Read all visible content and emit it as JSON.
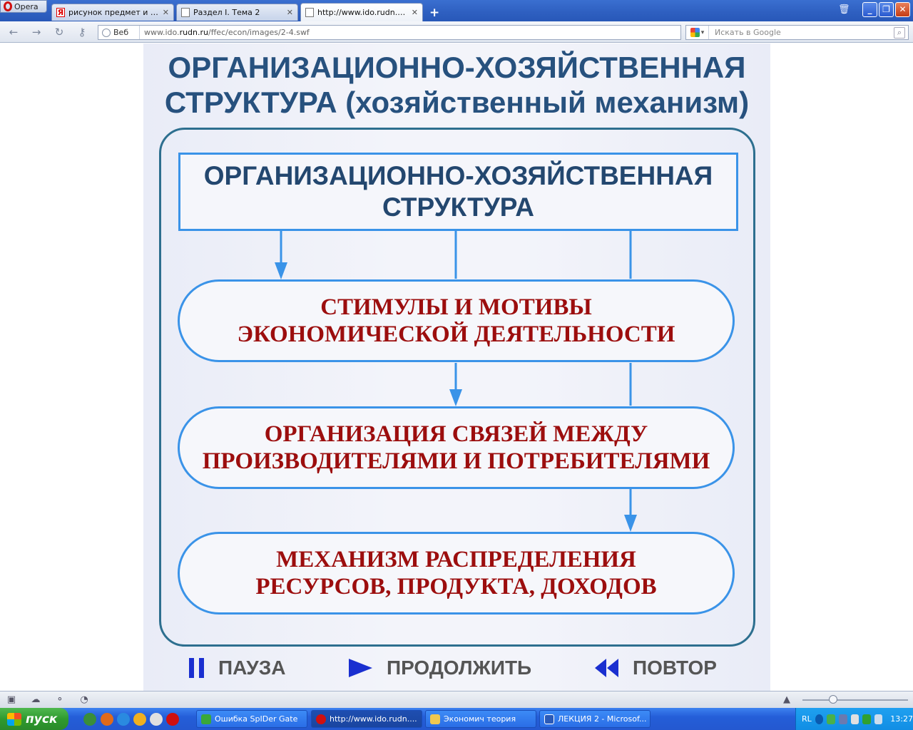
{
  "browser": {
    "menu_label": "Opera",
    "tabs": [
      {
        "label": "рисунок предмет и мет..."
      },
      {
        "label": "Раздел I. Тема 2"
      },
      {
        "label": "http://www.ido.rudn.ru/..."
      }
    ],
    "address": {
      "scheme_label": "Веб",
      "url_prefix": "www.ido.",
      "url_domain": "rudn.ru",
      "url_path": "/ffec/econ/images/2-4.swf"
    },
    "search": {
      "placeholder": "Искать в Google"
    }
  },
  "slide": {
    "title_line1": "ОРГАНИЗАЦИОННО-ХОЗЯЙСТВЕННАЯ",
    "title_line2": "СТРУКТУРА (хозяйственный механизм)",
    "top_box": {
      "line1": "ОРГАНИЗАЦИОННО-ХОЗЯЙСТВЕННАЯ",
      "line2": "СТРУКТУРА"
    },
    "boxes": [
      {
        "line1": "СТИМУЛЫ И МОТИВЫ",
        "line2": "ЭКОНОМИЧЕСКОЙ ДЕЯТЕЛЬНОСТИ"
      },
      {
        "line1": "ОРГАНИЗАЦИЯ СВЯЗЕЙ МЕЖДУ",
        "line2": "ПРОИЗВОДИТЕЛЯМИ И ПОТРЕБИТЕЛЯМИ"
      },
      {
        "line1": "МЕХАНИЗМ РАСПРЕДЕЛЕНИЯ",
        "line2": "РЕСУРСОВ, ПРОДУКТА, ДОХОДОВ"
      }
    ],
    "controls": {
      "pause": "ПАУЗА",
      "continue": "ПРОДОЛЖИТЬ",
      "repeat": "ПОВТОР"
    },
    "colors": {
      "title": "#27517e",
      "box_text": "#9c0e0e",
      "border": "#3a93e8",
      "control_icon": "#1a2fd0"
    }
  },
  "taskbar": {
    "start_label": "пуск",
    "tasks": [
      {
        "label": "Ошибка SpIDer Gate"
      },
      {
        "label": "http://www.ido.rudn...."
      },
      {
        "label": "Экономич теория"
      },
      {
        "label": "ЛЕКЦИЯ 2 - Microsof..."
      }
    ],
    "tray_lang": "RL",
    "clock": "13:27"
  }
}
